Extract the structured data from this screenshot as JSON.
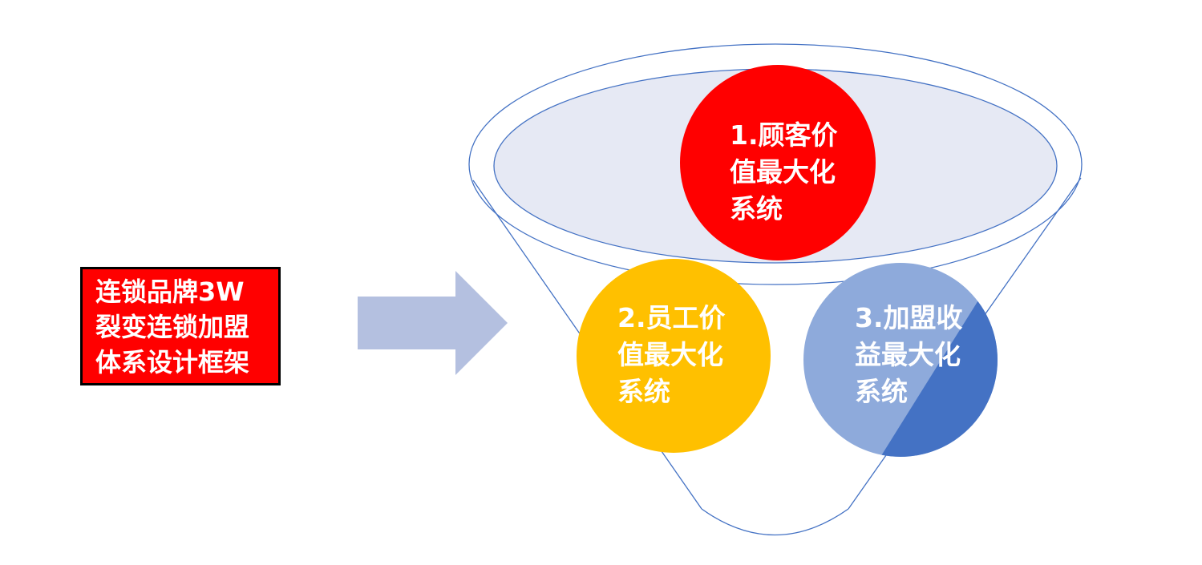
{
  "title_box": {
    "lines": [
      "连锁品牌3W",
      "裂变连锁加盟",
      "体系设计框架"
    ]
  },
  "circles": [
    {
      "lines": [
        "1.顾客价",
        "值最大化",
        "系统"
      ],
      "color": "#ff0000"
    },
    {
      "lines": [
        "2.员工价",
        "值最大化",
        "系统"
      ],
      "color": "#ffc000"
    },
    {
      "lines": [
        "3.加盟收",
        "益最大化",
        "系统"
      ],
      "color": "#8eaadb",
      "accent": "#4472c4"
    }
  ],
  "colors": {
    "arrow": "#b4c0e0",
    "funnel_outline": "#4472c4",
    "funnel_top_fill": "#e6e9f4",
    "title_box_bg": "#ff0000"
  },
  "icons": [
    "right-arrow-icon"
  ]
}
